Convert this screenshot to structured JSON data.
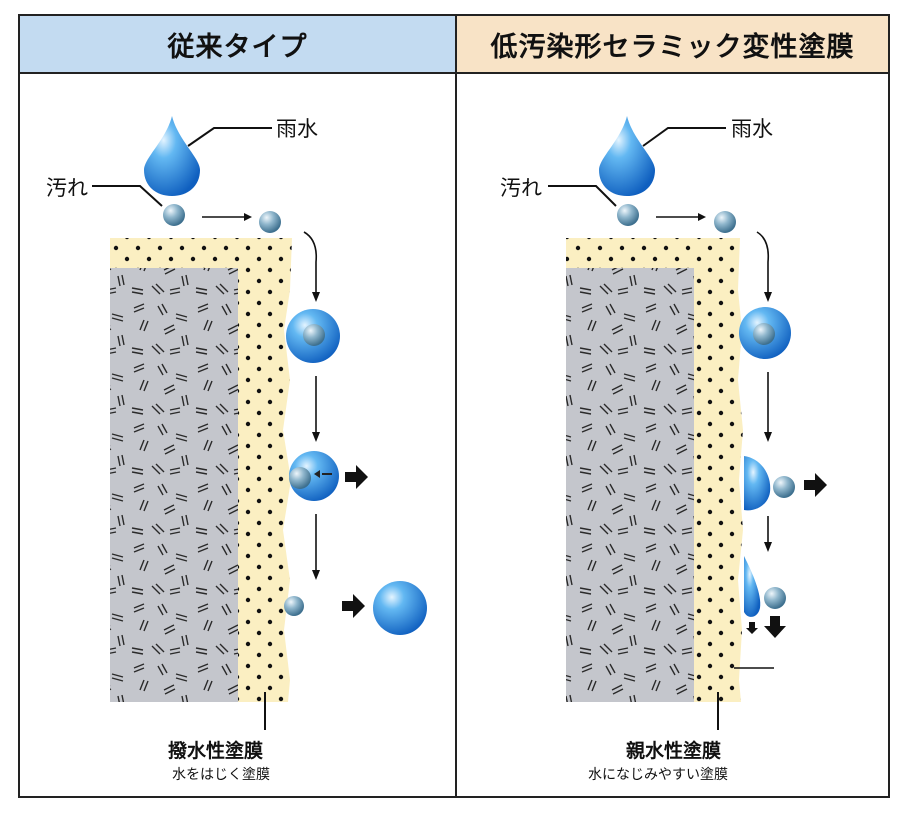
{
  "panels": [
    {
      "title": "従来タイプ",
      "rain_label": "雨水",
      "dirt_label": "汚れ",
      "coating_name": "撥水性塗膜",
      "coating_desc": "水をはじく塗膜"
    },
    {
      "title": "低汚染形セラミック変性塗膜",
      "rain_label": "雨水",
      "dirt_label": "汚れ",
      "coating_name": "親水性塗膜",
      "coating_desc": "水になじみやすい塗膜"
    }
  ],
  "colors": {
    "left_header_bg": "#c3dbf1",
    "right_header_bg": "#f8e3c6",
    "coating_fill": "#fbefc2",
    "concrete_fill": "#c4c6cc",
    "water_blue": "#1f7fd6",
    "dirt_particle": "#6f9cb8"
  }
}
